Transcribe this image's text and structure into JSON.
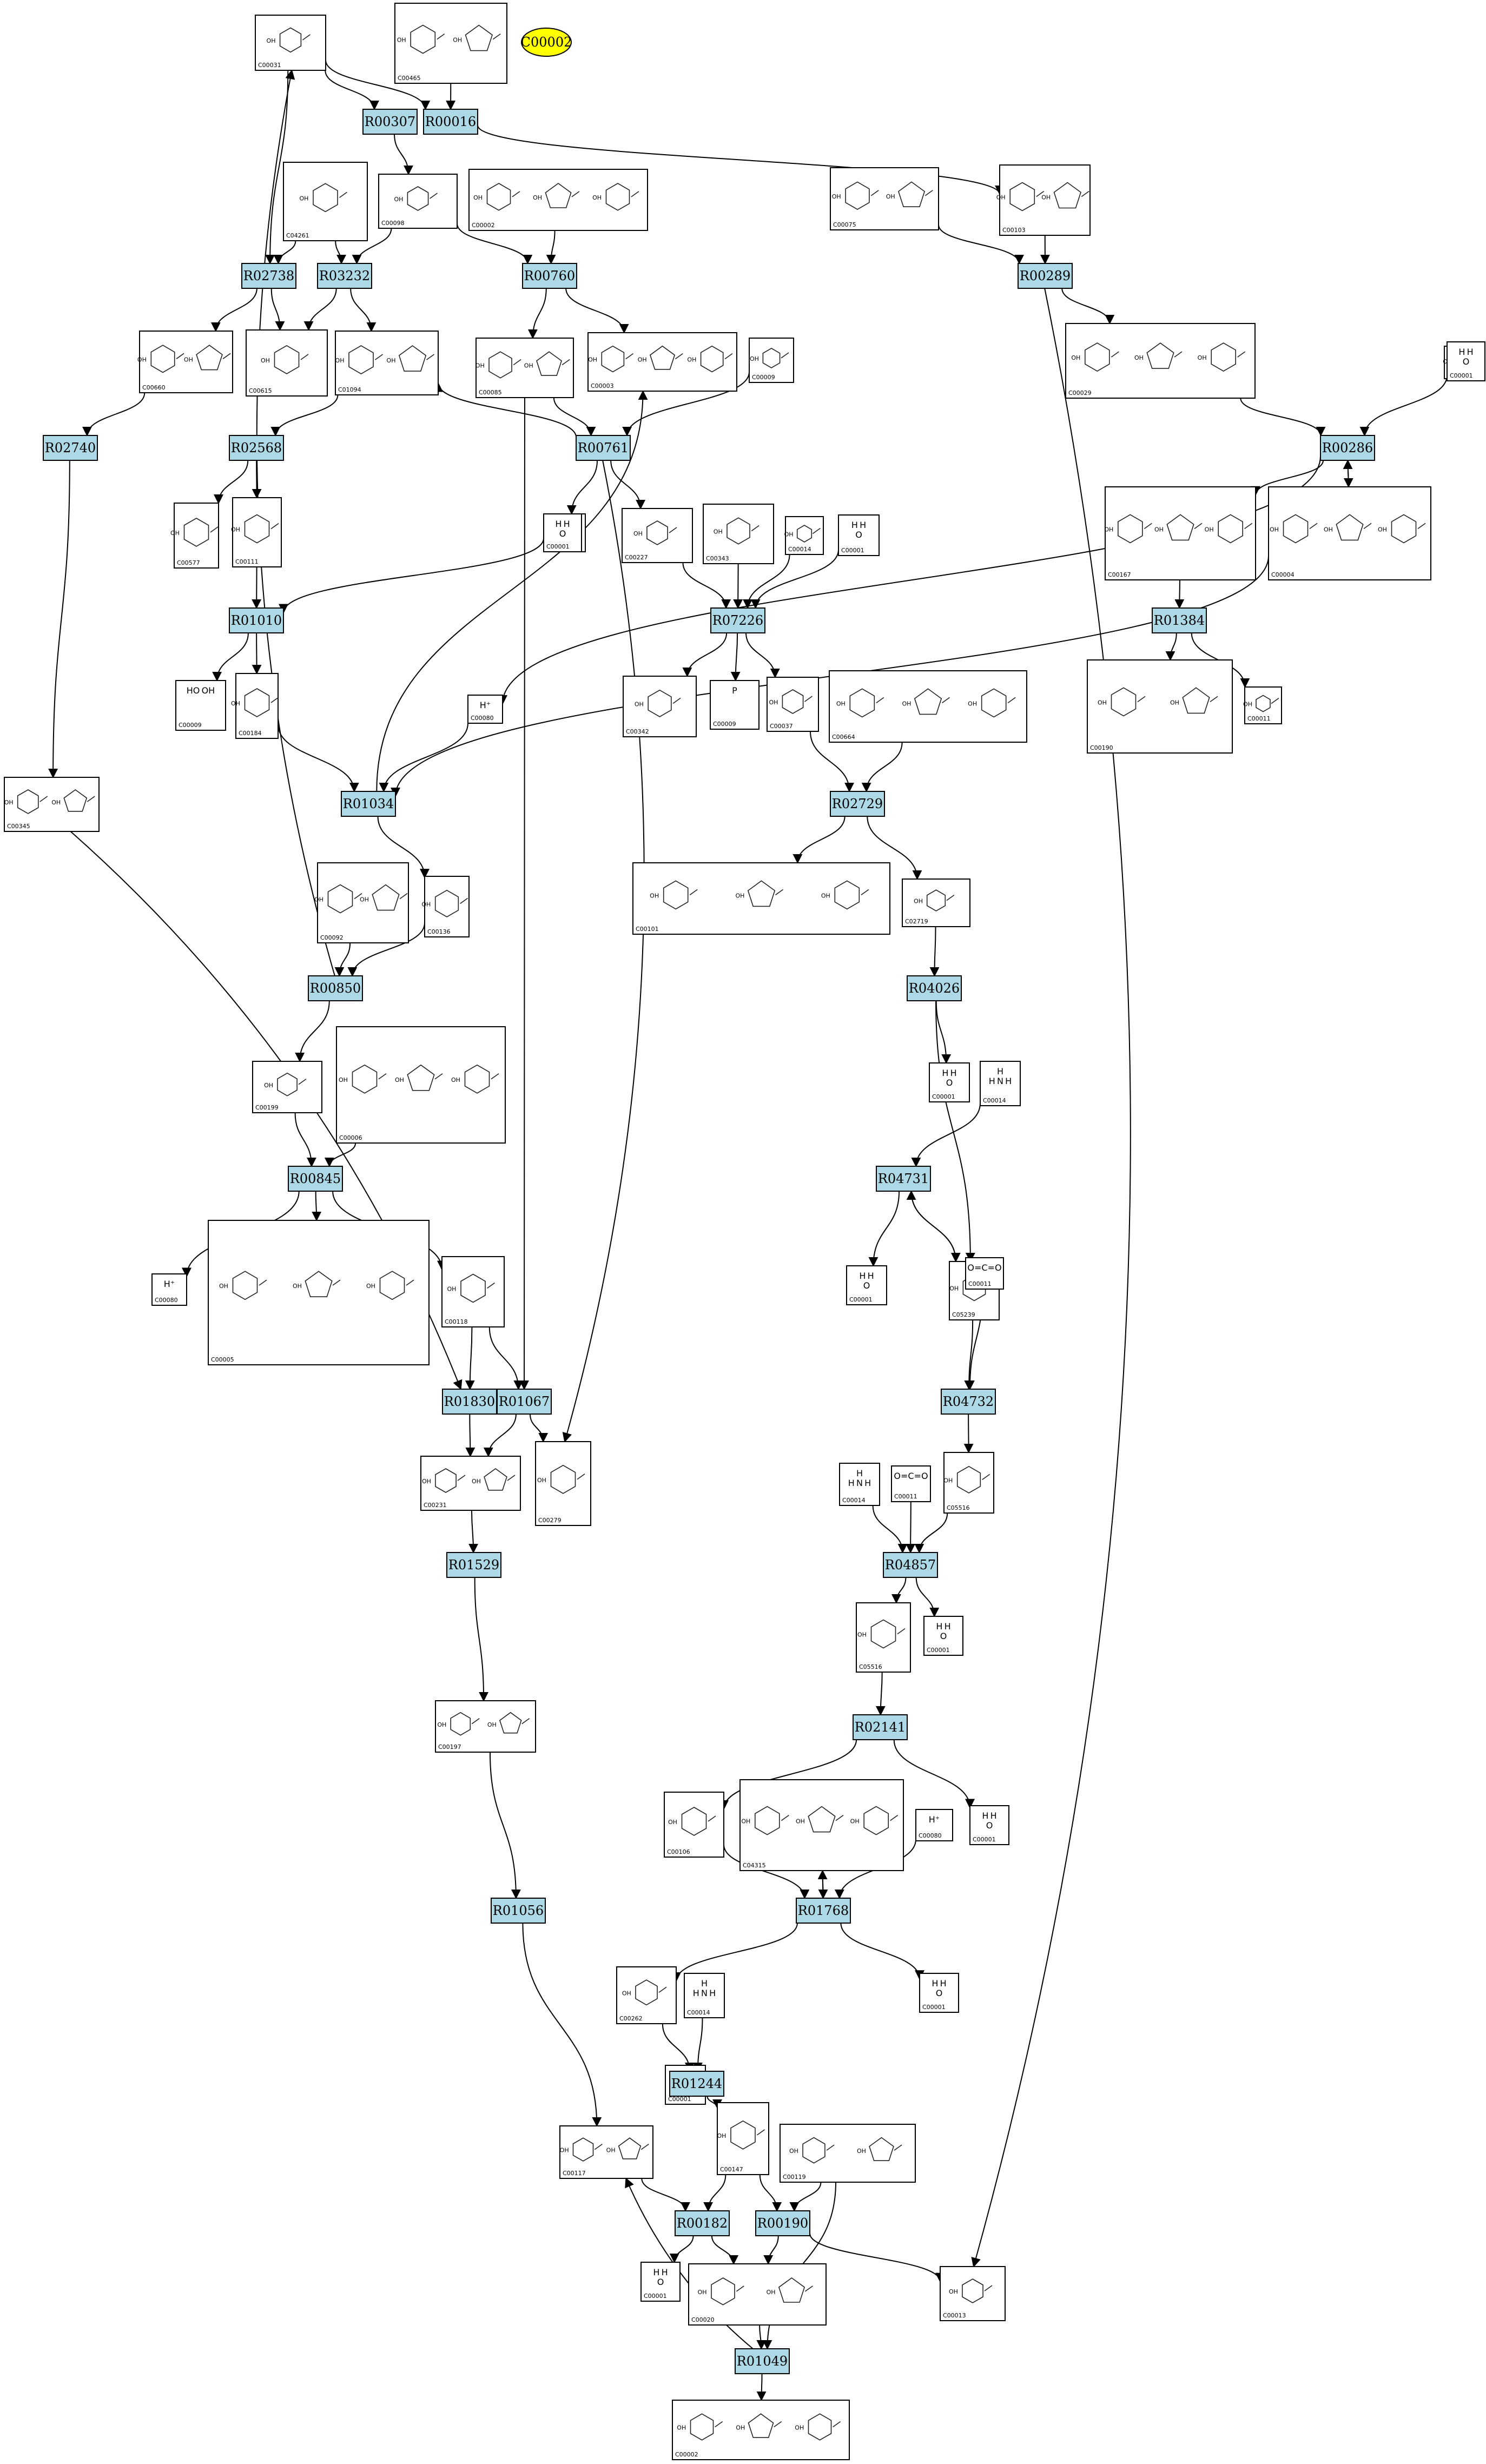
{
  "highlight": {
    "label": "C00002",
    "fill": "#ffff00"
  },
  "colors": {
    "reaction_fill": "#add8e6",
    "edge": "#000000"
  },
  "reactions": [
    "R00307",
    "R00016",
    "R02738",
    "R03232",
    "R00760",
    "R00289",
    "R02740",
    "R02568",
    "R00761",
    "R00286",
    "R01010",
    "R07226",
    "R01384",
    "R01034",
    "R02729",
    "R00850",
    "R04026",
    "R00845",
    "R04731",
    "R01830",
    "R01067",
    "R04732",
    "R01529",
    "R04857",
    "R02141",
    "R01056",
    "R01768",
    "R01244",
    "R00182",
    "R00190",
    "R01049"
  ],
  "compounds": [
    "C00031",
    "C00465",
    "C00075",
    "C00103",
    "C04261",
    "C00098",
    "C00002",
    "C00660",
    "C00615",
    "C01094",
    "C00085",
    "C00003",
    "C00009",
    "C00029",
    "C00001",
    "C00080",
    "C00577",
    "C00111",
    "C00227",
    "C00343",
    "C00014",
    "C00167",
    "C00004",
    "C00190",
    "C00011",
    "C00184",
    "C00342",
    "C00037",
    "C00664",
    "C00092",
    "C00136",
    "C00101",
    "C02719",
    "C00345",
    "C00006",
    "C00199",
    "C00005",
    "C00118",
    "C05239",
    "C00231",
    "C00279",
    "C05516",
    "C00197",
    "C00106",
    "C04315",
    "C00262",
    "C00117",
    "C00147",
    "C00119",
    "C00020",
    "C00013"
  ]
}
